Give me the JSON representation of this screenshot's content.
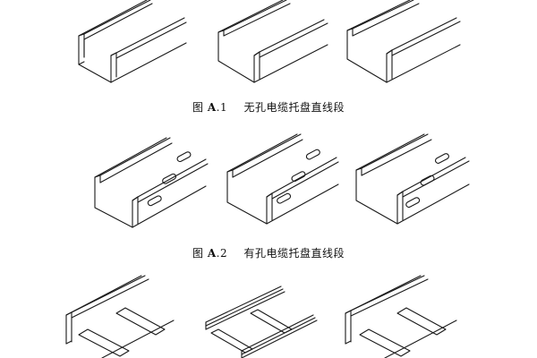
{
  "figures": [
    {
      "label_prefix": "图 ",
      "label_letter": "A",
      "label_num": ".1",
      "caption": "无孔电缆托盘直线段"
    },
    {
      "label_prefix": "图 ",
      "label_letter": "A",
      "label_num": ".2",
      "caption": "有孔电缆托盘直线段"
    }
  ],
  "colors": {
    "line": "#1a1a1a",
    "background": "#ffffff"
  }
}
